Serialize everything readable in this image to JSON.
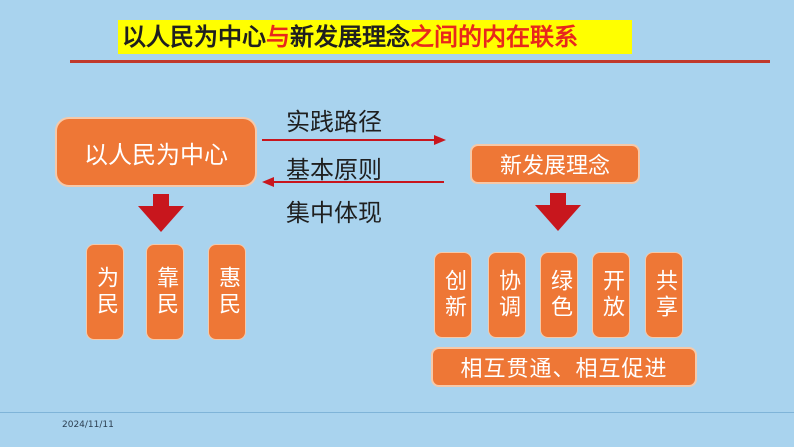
{
  "title": {
    "part1": "以人民为中心",
    "part2": "与",
    "part3": "新发展理念",
    "part4": "之间的内在联系"
  },
  "center_box": "以人民为中心",
  "concept_box": "新发展理念",
  "arrow_labels": {
    "top": "实践路径",
    "middle": "基本原则",
    "bottom": "集中体现"
  },
  "people_items": [
    "为民",
    "靠民",
    "惠民"
  ],
  "concept_items": [
    "创新",
    "协调",
    "绿色",
    "开放",
    "共享"
  ],
  "union_label": "相互贯通、相互促进",
  "date": "2024/11/11",
  "colors": {
    "background": "#a9d3ee",
    "box": "#ee7736",
    "arrow": "#c8161d",
    "title_highlight": "#ffff00",
    "title_red": "#e8271c"
  }
}
